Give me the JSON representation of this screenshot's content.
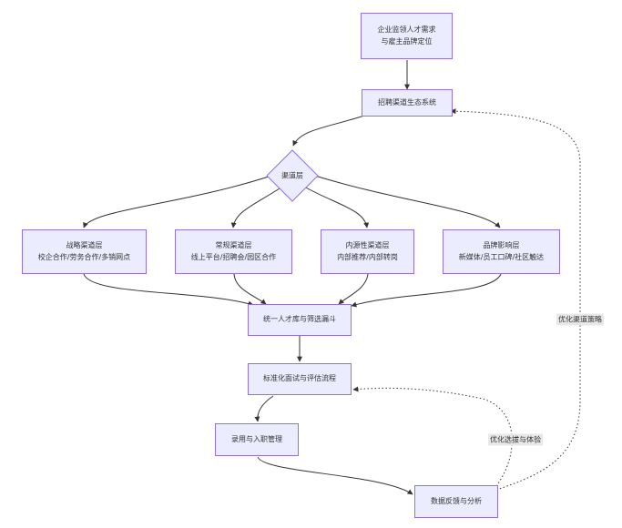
{
  "nodes": {
    "demand": {
      "line1": "企业监领人才需求",
      "line2": "与雇主品牌定位"
    },
    "ecosystem": {
      "label": "招聘渠道生态系统"
    },
    "channel_layer": {
      "label": "渠道层"
    },
    "strategic": {
      "line1": "战略渠道层",
      "line2": "校企合作/劳务合作/多销网点"
    },
    "regular": {
      "line1": "常规渠道层",
      "line2": "线上平台/招聘会/园区合作"
    },
    "internal": {
      "line1": "内源性渠道层",
      "line2": "内部推荐/内部转岗"
    },
    "brand": {
      "line1": "品牌影响层",
      "line2": "新媒体/员工口碑/社区触达"
    },
    "talent_pool": {
      "label": "统一人才库与筛选漏斗"
    },
    "interview": {
      "label": "标准化面试与评估流程"
    },
    "onboarding": {
      "label": "录用与入职管理"
    },
    "feedback": {
      "label": "数据反馈与分析"
    }
  },
  "edge_labels": {
    "optimize_channel": "优化渠道策略",
    "optimize_selection": "优化选拔与体验"
  },
  "colors": {
    "node_fill": "#ececff",
    "node_border": "#9370db",
    "edge": "#333333",
    "label_bg": "#e8e8e8"
  }
}
